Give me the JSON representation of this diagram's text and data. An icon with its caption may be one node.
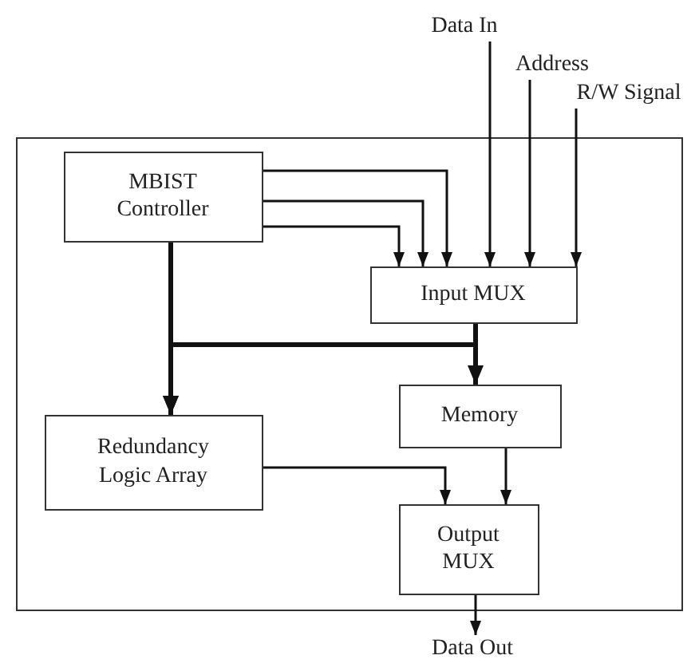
{
  "diagram": {
    "nodes": [
      {
        "text": [
          "Data In"
        ]
      },
      {
        "text": [
          "Address"
        ]
      },
      {
        "text": [
          "R/W Signal"
        ]
      },
      {
        "text": [],
        "shape": "box"
      },
      {
        "text": [
          "MBIST Controller"
        ],
        "in": 3
      },
      {
        "text": [
          "Input MUX"
        ],
        "in": 3
      },
      {
        "text": [
          "Redundancy Logic Array"
        ],
        "in": 3
      },
      {
        "text": [
          "Memory"
        ],
        "in": 3
      },
      {
        "text": [
          "Output MUX"
        ],
        "in": 3
      },
      {
        "text": [
          "Data Out"
        ]
      }
    ],
    "edges": [
      {
        "from": 4,
        "to": 5,
        "arrow": "to"
      },
      {
        "from": 4,
        "to": 5,
        "arrow": "to"
      },
      {
        "from": 4,
        "to": 5,
        "arrow": "to"
      },
      {
        "from": 0,
        "to": 5,
        "arrow": "to"
      },
      {
        "from": 1,
        "to": 5,
        "arrow": "to"
      },
      {
        "from": 2,
        "to": 5,
        "arrow": "to"
      },
      {
        "from": 4,
        "to": 6,
        "arrow": "to",
        "style": "thick"
      },
      {
        "from": 5,
        "to": 7,
        "arrow": "to",
        "style": "thick"
      },
      {
        "from": 5,
        "to": 6,
        "arrow": "to",
        "style": "thick"
      },
      {
        "from": 6,
        "to": 8,
        "arrow": "to"
      },
      {
        "from": 7,
        "to": 8,
        "arrow": "to"
      },
      {
        "from": 8,
        "to": 9,
        "arrow": "to"
      }
    ]
  }
}
